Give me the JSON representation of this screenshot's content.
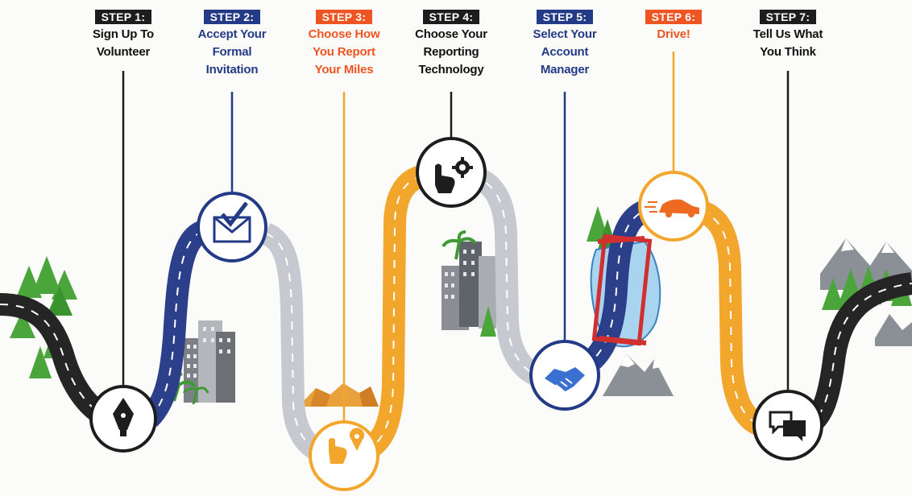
{
  "steps": [
    {
      "badge": "STEP 1:",
      "lines": [
        "Sign Up To",
        "Volunteer"
      ],
      "badge_color": "#1d1d1d",
      "text_color": "#111111",
      "road_color": "#252525",
      "icon": "pen-nib-icon"
    },
    {
      "badge": "STEP 2:",
      "lines": [
        "Accept Your",
        "Formal",
        "Invitation"
      ],
      "badge_color": "#233a86",
      "text_color": "#233a86",
      "road_color": "#2c3f8a",
      "icon": "envelope-check-icon"
    },
    {
      "badge": "STEP 3:",
      "lines": [
        "Choose How",
        "You Report",
        "Your Miles"
      ],
      "badge_color": "#ee5522",
      "text_color": "#ee5522",
      "road_color": "#f2a62c",
      "icon": "map-pin-hand-icon"
    },
    {
      "badge": "STEP 4:",
      "lines": [
        "Choose Your",
        "Reporting",
        "Technology"
      ],
      "badge_color": "#1d1d1d",
      "text_color": "#111111",
      "road_color": "#c6c9cf",
      "icon": "touch-gear-icon"
    },
    {
      "badge": "STEP 5:",
      "lines": [
        "Select Your",
        "Account",
        "Manager"
      ],
      "badge_color": "#233a86",
      "text_color": "#233a86",
      "road_color": "#2c3f8a",
      "icon": "handshake-icon"
    },
    {
      "badge": "STEP 6:",
      "lines": [
        "Drive!"
      ],
      "badge_color": "#ee5522",
      "text_color": "#ee5522",
      "road_color": "#f2a62c",
      "icon": "speeding-car-icon"
    },
    {
      "badge": "STEP 7:",
      "lines": [
        "Tell Us What",
        "You Think"
      ],
      "badge_color": "#1d1d1d",
      "text_color": "#111111",
      "road_color": "#252525",
      "icon": "speech-bubbles-icon"
    }
  ]
}
